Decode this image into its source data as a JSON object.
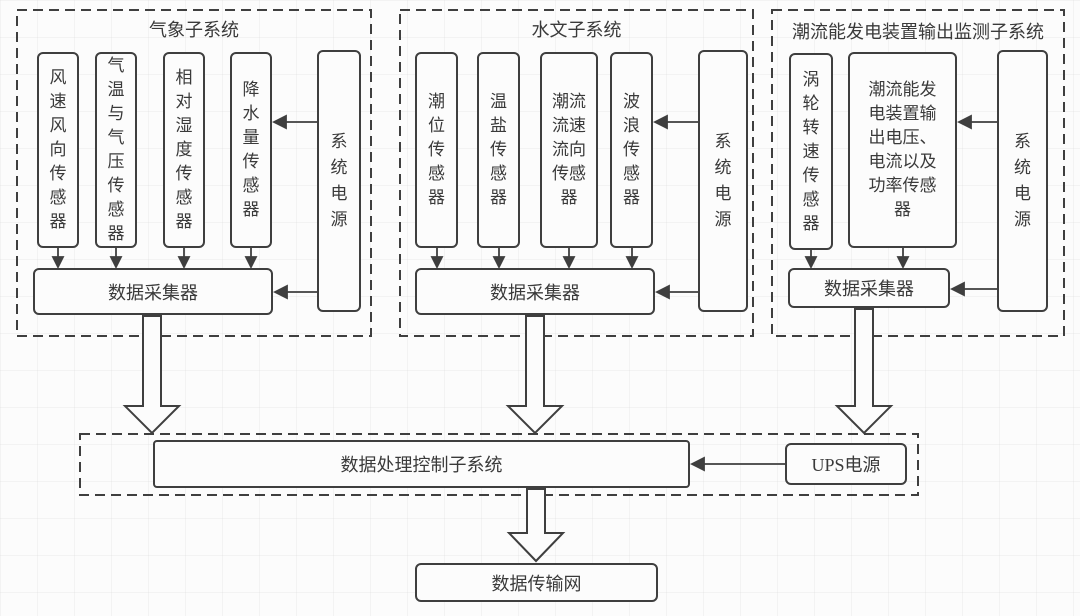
{
  "subsystems": [
    {
      "title": "气象子系统",
      "sensors": [
        "风速风向传感器",
        "气温与气压传感器",
        "相对湿度传感器",
        "降水量传感器"
      ],
      "power": "系统电源",
      "collector": "数据采集器"
    },
    {
      "title": "水文子系统",
      "sensors": [
        "潮位传感器",
        "温盐传感器",
        "潮流流速流向传感器",
        "波浪传感器"
      ],
      "power": "系统电源",
      "collector": "数据采集器"
    },
    {
      "title": "潮流能发电装置输出监测子系统",
      "sensors": [
        "涡轮转速传感器",
        "潮流能发电装置输出电压、电流以及功率传感器"
      ],
      "power": "系统电源",
      "collector": "数据采集器"
    }
  ],
  "processing": {
    "label": "数据处理控制子系统",
    "ups_label": "UPS电源"
  },
  "network": {
    "label": "数据传输网"
  },
  "colors": {
    "line": "#3f3f3f",
    "text": "#333333",
    "background": "#fcfcfc"
  }
}
